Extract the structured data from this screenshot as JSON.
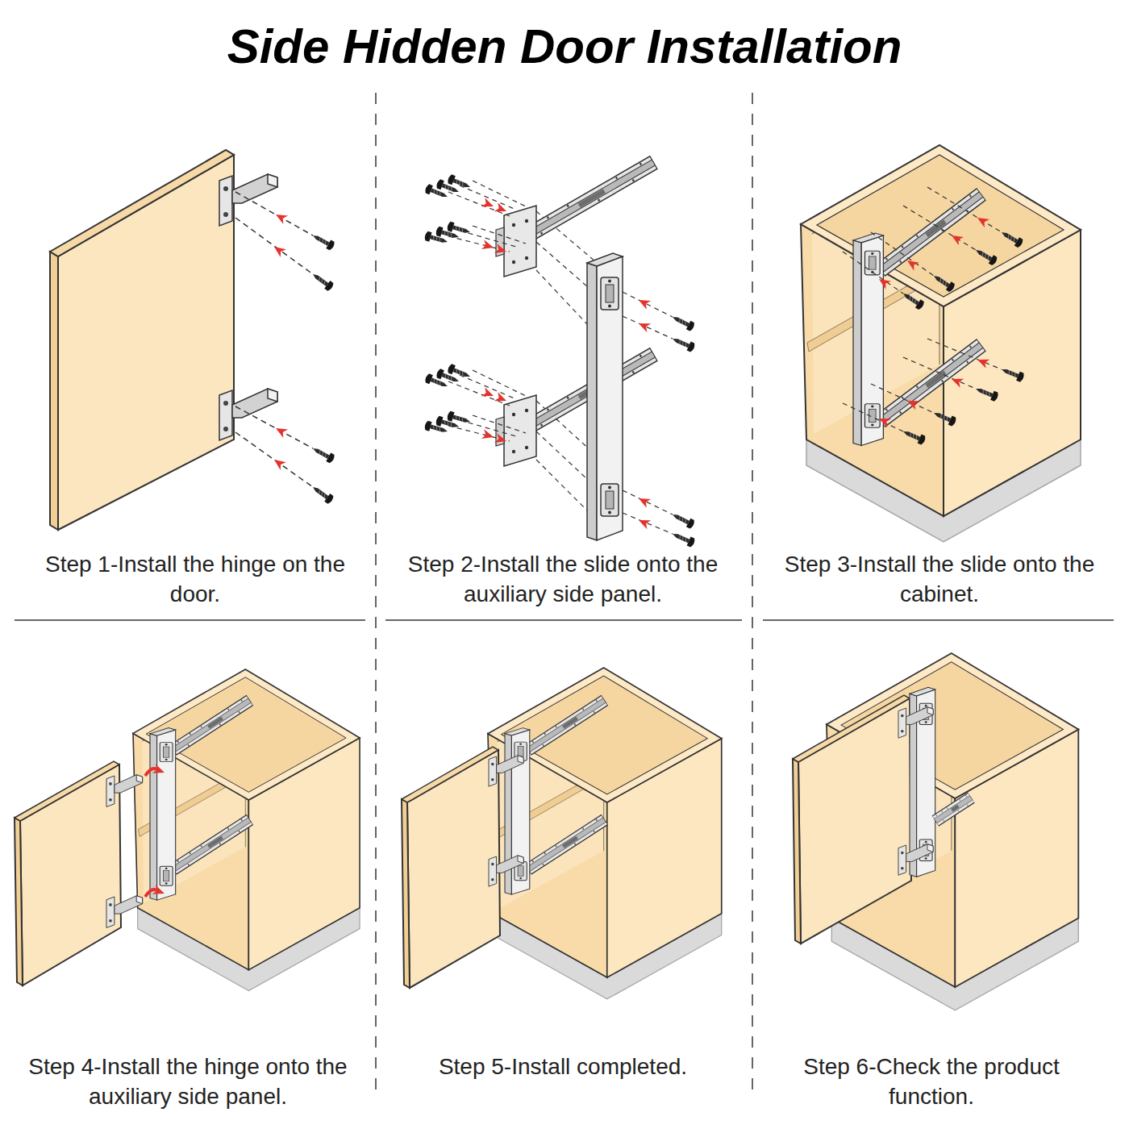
{
  "diagram": {
    "title": "Side Hidden Door Installation",
    "labels": [
      "Step 1-Install the hinge on the door.",
      "Step 2-Install the slide onto the auxiliary side panel.",
      "Step 3-Install the slide onto the cabinet.",
      "Step 4-Install the hinge onto the auxiliary side panel.",
      "Step 5-Install completed.",
      "Step 6-Check the product function."
    ]
  }
}
